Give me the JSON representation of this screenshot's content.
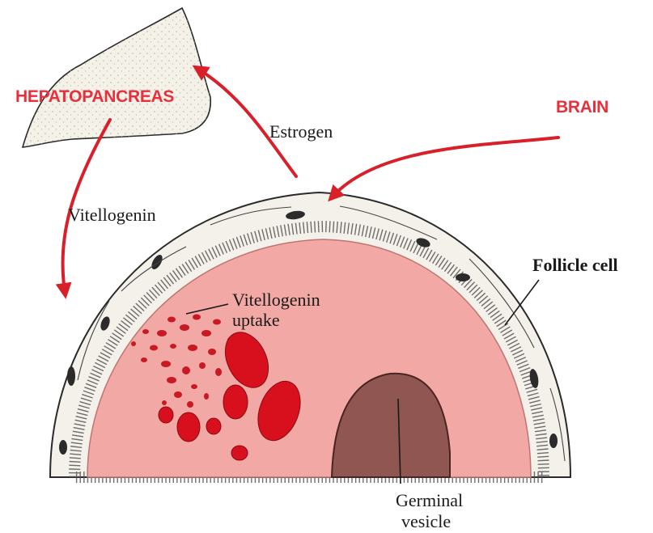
{
  "labels": {
    "hepatopancreas": "HEPATOPANCREAS",
    "brain": "BRAIN",
    "estrogen": "Estrogen",
    "vitellogenin": "Vitellogenin",
    "follicle_cell": "Follicle cell",
    "uptake_line1": "Vitellogenin",
    "uptake_line2": "uptake",
    "germinal_line1": "Germinal",
    "germinal_line2": "vesicle"
  },
  "colors": {
    "arrow_red": "#d9202a",
    "label_red": "#e8303c",
    "oocyte_pink": "#f2a8a4",
    "yolk_red": "#d8101e",
    "germinal_brown": "#8f5652",
    "follicle_fill": "#f3f1ea",
    "hepatopancreas_fill": "#f4f2e8"
  }
}
